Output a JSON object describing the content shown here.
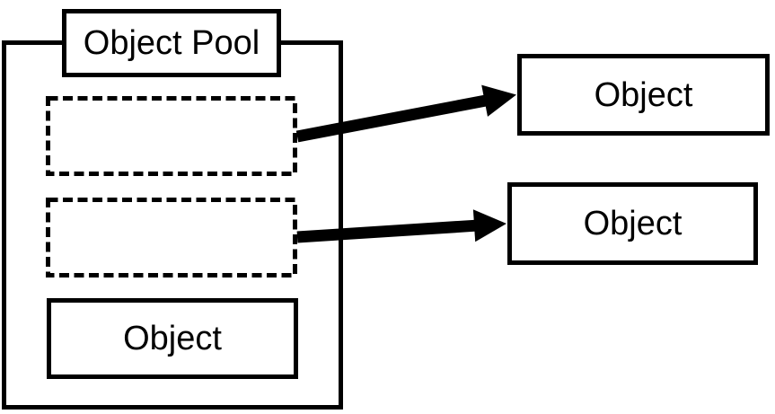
{
  "pool": {
    "label": "Object Pool",
    "slots": [
      {
        "type": "empty-dashed",
        "label": ""
      },
      {
        "type": "empty-dashed",
        "label": ""
      },
      {
        "type": "object",
        "label": "Object"
      }
    ]
  },
  "external_objects": [
    {
      "label": "Object"
    },
    {
      "label": "Object"
    }
  ],
  "arrows": [
    {
      "from": "pool-empty-slot-1",
      "to": "external-object-1"
    },
    {
      "from": "pool-empty-slot-2",
      "to": "external-object-2"
    }
  ],
  "colors": {
    "stroke": "#000000",
    "fill": "#ffffff",
    "text": "#000000"
  }
}
